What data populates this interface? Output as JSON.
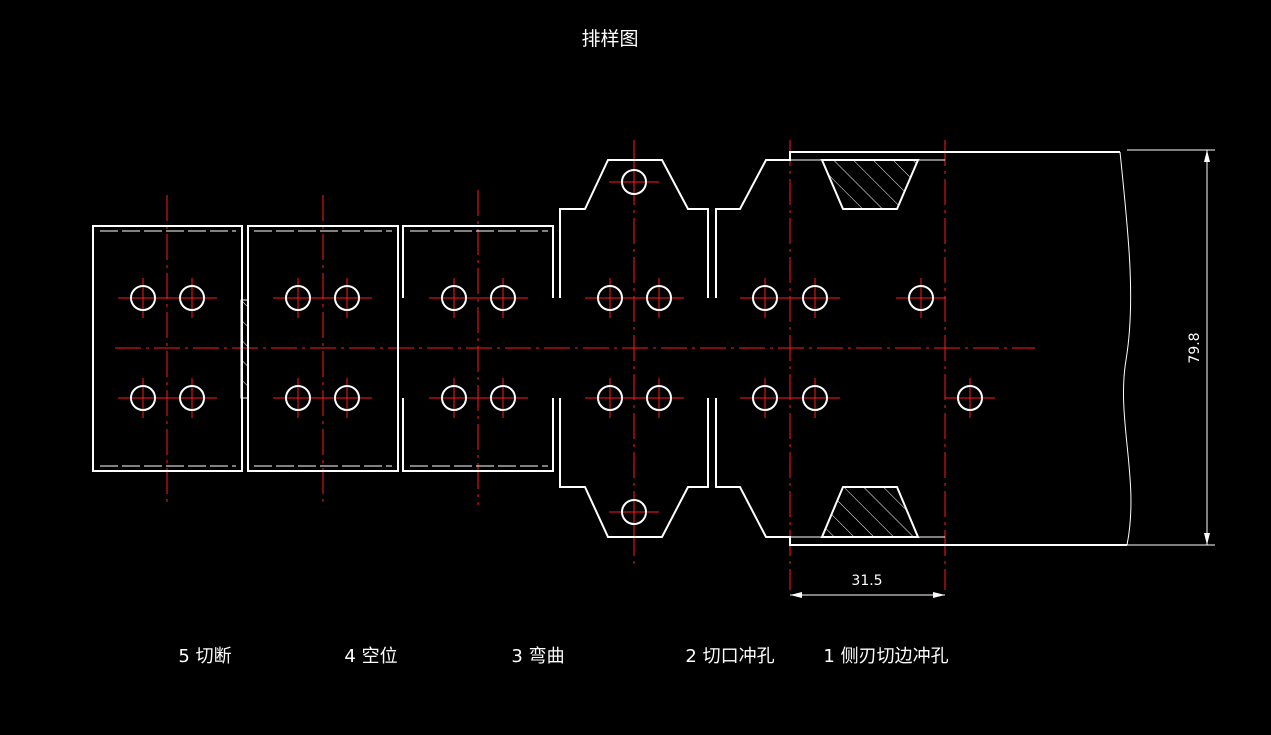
{
  "drawing": {
    "title": "排样图",
    "dimensions": {
      "height": "79.8",
      "pitch": "31.5"
    },
    "stations": [
      {
        "label": "5 切断"
      },
      {
        "label": "4 空位"
      },
      {
        "label": "3 弯曲"
      },
      {
        "label": "2 切口冲孔"
      },
      {
        "label": "1 侧刃切边冲孔"
      }
    ],
    "colors": {
      "background": "#000000",
      "outline": "#ffffff",
      "centerline": "#ff1a1a"
    }
  }
}
